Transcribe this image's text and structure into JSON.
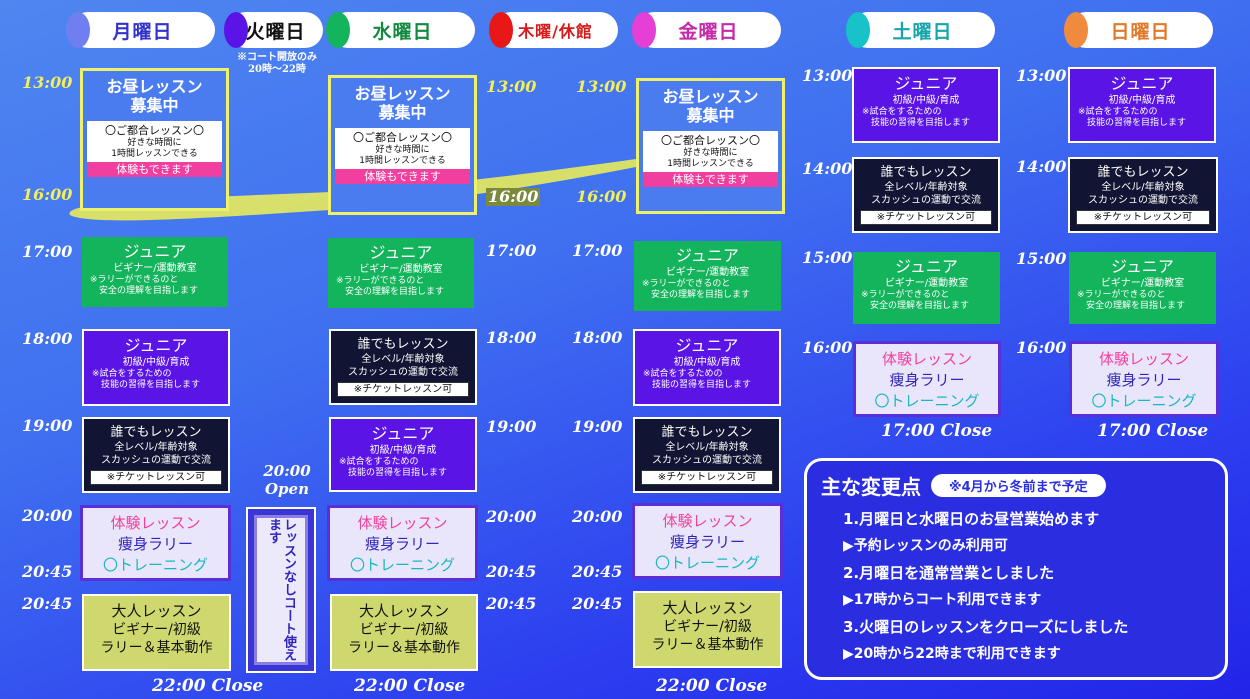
{
  "days": {
    "mon": "月曜日",
    "tue": "火曜日",
    "wed": "水曜日",
    "thu": "木曜/休館",
    "fri": "金曜日",
    "sat": "土曜日",
    "sun": "日曜日"
  },
  "colors": {
    "mon": "#6f7ff0",
    "tue": "#5a14e6",
    "wed": "#14b45c",
    "thu": "#e81818",
    "fri": "#e53fd5",
    "sat": "#17c2c8",
    "sun": "#f08a3e"
  },
  "tue_note": [
    "※コート開放のみ",
    "20時～22時"
  ],
  "times": {
    "t1300": "13:00",
    "t1400": "14:00",
    "t1500": "15:00",
    "t1600": "16:00",
    "t1700": "17:00",
    "t1800": "18:00",
    "t1900": "19:00",
    "t2000": "20:00",
    "t2045": "20:45"
  },
  "open": {
    "time": "20:00",
    "label": "Open"
  },
  "close": {
    "c22": "22:00 Close",
    "c17": "17:00 Close"
  },
  "lunch": {
    "title1": "お昼レッスン",
    "title2": "募集中",
    "w1": "〇ご都合レッスン〇",
    "w2": "好きな時間に",
    "w3": "1時間レッスンできる",
    "trial": "体験もできます"
  },
  "junior_g": {
    "title": "ジュニア",
    "sub": "ビギナー/運動教室",
    "note": "※ラリーができるのと\n　安全の理解を目指します"
  },
  "junior_p": {
    "title": "ジュニア",
    "sub": "初級/中級/育成",
    "note": "※試合をするための\n　技能の習得を目指します"
  },
  "anyone": {
    "title": "誰でもレッスン",
    "sub1": "全レベル/年齢対象",
    "sub2": "スカッシュの運動で交流",
    "ticket": "※チケットレッスン可"
  },
  "trial": {
    "l1": "体験レッスン",
    "l2": "痩身ラリー",
    "l3": "〇トレーニング"
  },
  "adult": {
    "l1": "大人レッスン",
    "l2": "ビギナー/初級",
    "l3": "ラリー＆基本動作"
  },
  "no_lesson": "レッスンなしコート使えます",
  "changes": {
    "title": "主な変更点",
    "schedule": "※4月から冬前まで予定",
    "items": [
      "1.月曜日と水曜日のお昼営業始めます",
      "▶予約レッスンのみ利用可",
      "2.月曜日を通常営業としました",
      "▶17時からコート利用できます",
      "3.火曜日のレッスンをクローズにしました",
      "▶20時から22時まで利用できます"
    ]
  }
}
